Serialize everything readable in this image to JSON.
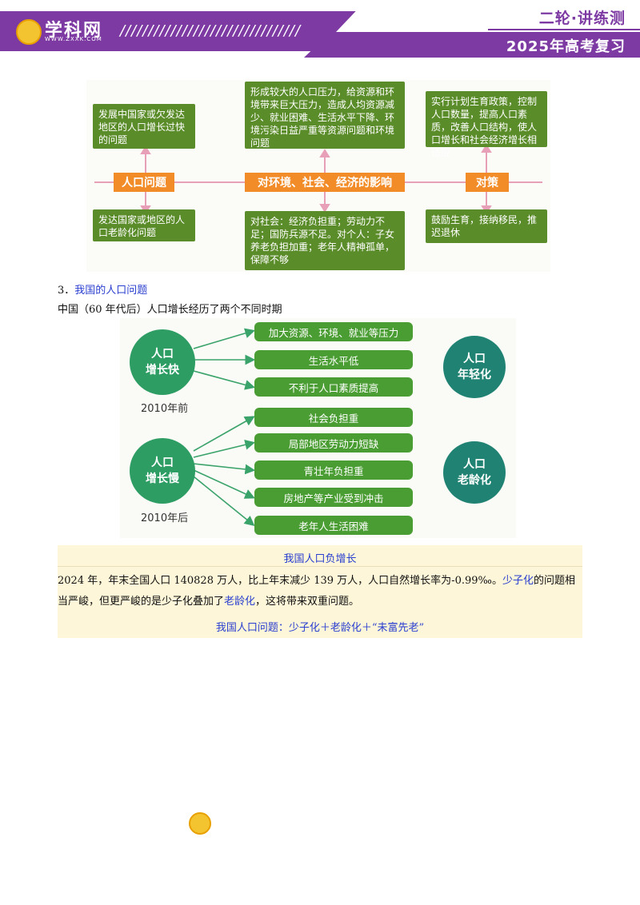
{
  "header": {
    "logo_text": "学科网",
    "logo_url": "WWW.ZXXK.COM",
    "slashes": "////////////////////////////////",
    "tag_top": "二轮·讲练测",
    "tag_bottom": "2025年高考复习",
    "brand_color": "#7d3aa3"
  },
  "diagram1": {
    "left_top": "发展中国家或欠发达地区的人口增长过快的问题",
    "left_bottom": "发达国家或地区的人口老龄化问题",
    "center_top": "形成较大的人口压力，给资源和环境带来巨大压力，造成人均资源减少、就业困难、生活水平下降、环境污染日益严重等资源问题和环境问题",
    "center_bottom": "对社会：经济负担重；劳动力不足；国防兵源不足。对个人：子女养老负担加重；老年人精神孤单，保障不够",
    "right_top": "实行计划生育政策，控制人口数量，提高人口素质，改善人口结构，使人口增长和社会经济增长相适应",
    "right_bottom": "鼓励生育，接纳移民，推迟退休",
    "label_left": "人口问题",
    "label_center": "对环境、社会、经济的影响",
    "label_right": "对策"
  },
  "section": {
    "number": "3．",
    "title": "我国的人口问题",
    "subtitle": "中国（60 年代后）人口增长经历了两个不同时期"
  },
  "diagram2": {
    "fast_line1": "人口",
    "fast_line2": "增长快",
    "fast_period": "2010年前",
    "fast_items": [
      "加大资源、环境、就业等压力",
      "生活水平低",
      "不利于人口素质提高"
    ],
    "young_line1": "人口",
    "young_line2": "年轻化",
    "slow_line1": "人口",
    "slow_line2": "增长慢",
    "slow_period": "2010年后",
    "slow_items": [
      "社会负担重",
      "局部地区劳动力短缺",
      "青壮年负担重",
      "房地产等产业受到冲击",
      "老年人生活困难"
    ],
    "old_line1": "人口",
    "old_line2": "老龄化"
  },
  "note": {
    "title": "我国人口负增长",
    "body_part1": "2024 年，年末全国人口  140828 万人，比上年末减少  139 万人，人口自然增长率为-0.99‰。",
    "body_link1": "少子化",
    "body_part2": "的问题相当严峻，但更严峻的是少子化叠加了",
    "body_link2": "老龄化",
    "body_part3": "，这将带来双重问题。",
    "footer": "我国人口问题：少子化＋老龄化＋“未富先老”"
  }
}
